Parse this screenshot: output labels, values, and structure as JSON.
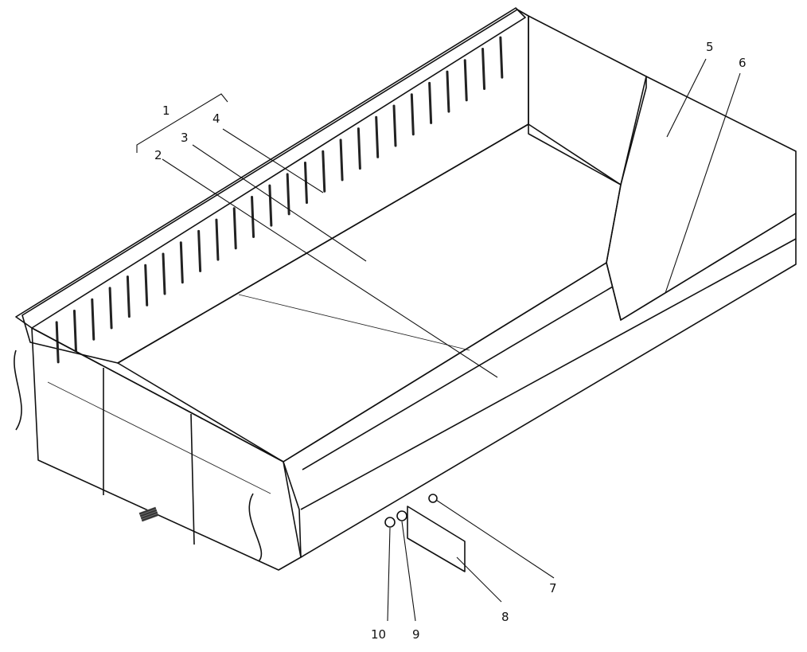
{
  "callouts": {
    "c1": "1",
    "c2": "2",
    "c3": "3",
    "c4": "4",
    "c5": "5",
    "c6": "6",
    "c7": "7",
    "c8": "8",
    "c9": "9",
    "c10": "10"
  },
  "colors": {
    "ink": "#111111",
    "hatch": "#555555",
    "paper": "#ffffff",
    "cover": "#ffffff"
  }
}
